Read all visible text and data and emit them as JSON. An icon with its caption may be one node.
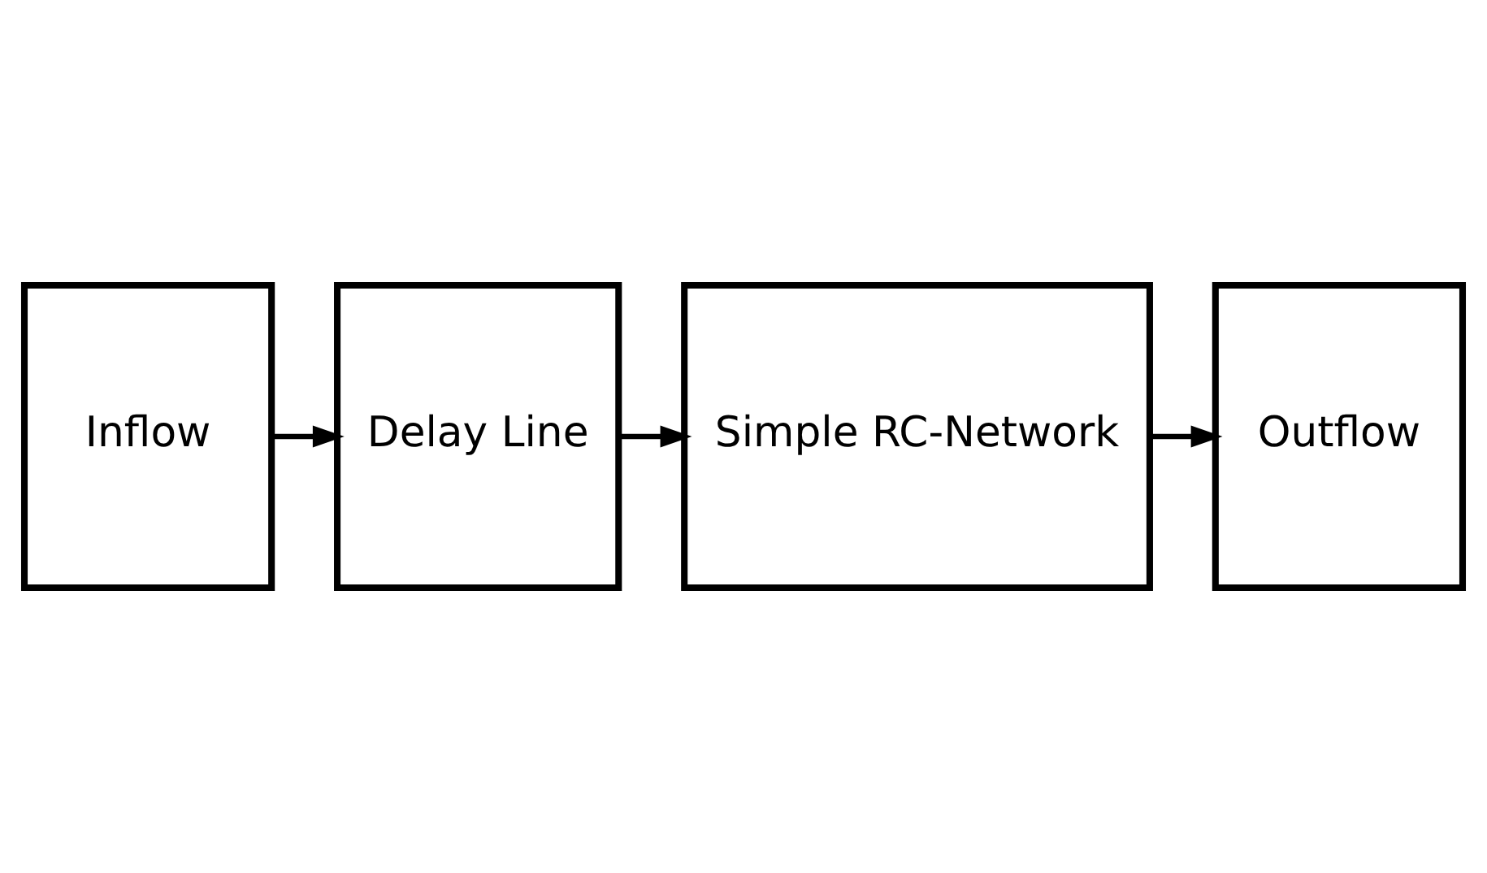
{
  "diagram": {
    "nodes": [
      {
        "text": [
          "Inflow"
        ]
      },
      {
        "text": [
          "Delay Line"
        ]
      },
      {
        "text": [
          "Simple RC-Network"
        ]
      },
      {
        "text": [
          "Outflow"
        ]
      }
    ],
    "edges": [
      {
        "from": 0,
        "to": 1,
        "arrow": "to"
      },
      {
        "from": 1,
        "to": 2,
        "arrow": "to"
      },
      {
        "from": 2,
        "to": 3,
        "arrow": "to"
      }
    ]
  }
}
